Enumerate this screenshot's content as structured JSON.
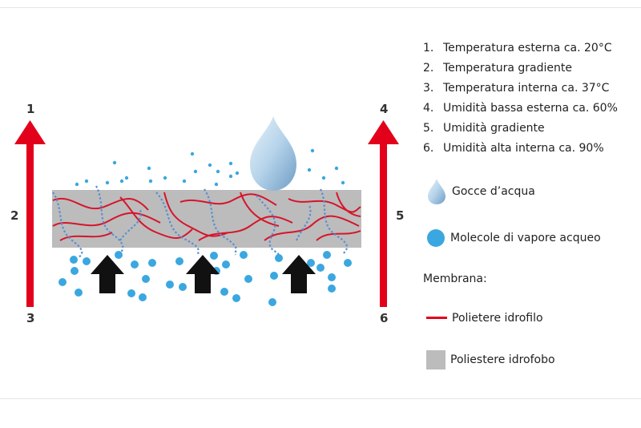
{
  "labels": {
    "n1": "1",
    "n2": "2",
    "n3": "3",
    "n4": "4",
    "n5": "5",
    "n6": "6"
  },
  "legend": {
    "items": [
      {
        "num": "1.",
        "text": "Temperatura esterna ca. 20°C"
      },
      {
        "num": "2.",
        "text": "Temperatura gradiente"
      },
      {
        "num": "3.",
        "text": "Temperatura interna ca. 37°C"
      },
      {
        "num": "4.",
        "text": "Umidità bassa esterna ca. 60%"
      },
      {
        "num": "5.",
        "text": "Umidità gradiente"
      },
      {
        "num": "6.",
        "text": "Umidità alta interna ca. 90%"
      }
    ],
    "water_drops": "Gocce d’acqua",
    "vapor_molecules": "Molecole di vapore acqueo",
    "membrane_title": "Membrana:",
    "hydrophilic": "Polietere idrofilo",
    "hydrophobic": "Poliestere idrofobo"
  },
  "colors": {
    "arrow_red": "#e3001b",
    "membrane_grey": "#bcbcbc",
    "vapor_blue": "#3ba7e0",
    "fiber_red": "#d7142a",
    "dashed_blue": "#5a8fd0",
    "black_arrow": "#111111"
  }
}
